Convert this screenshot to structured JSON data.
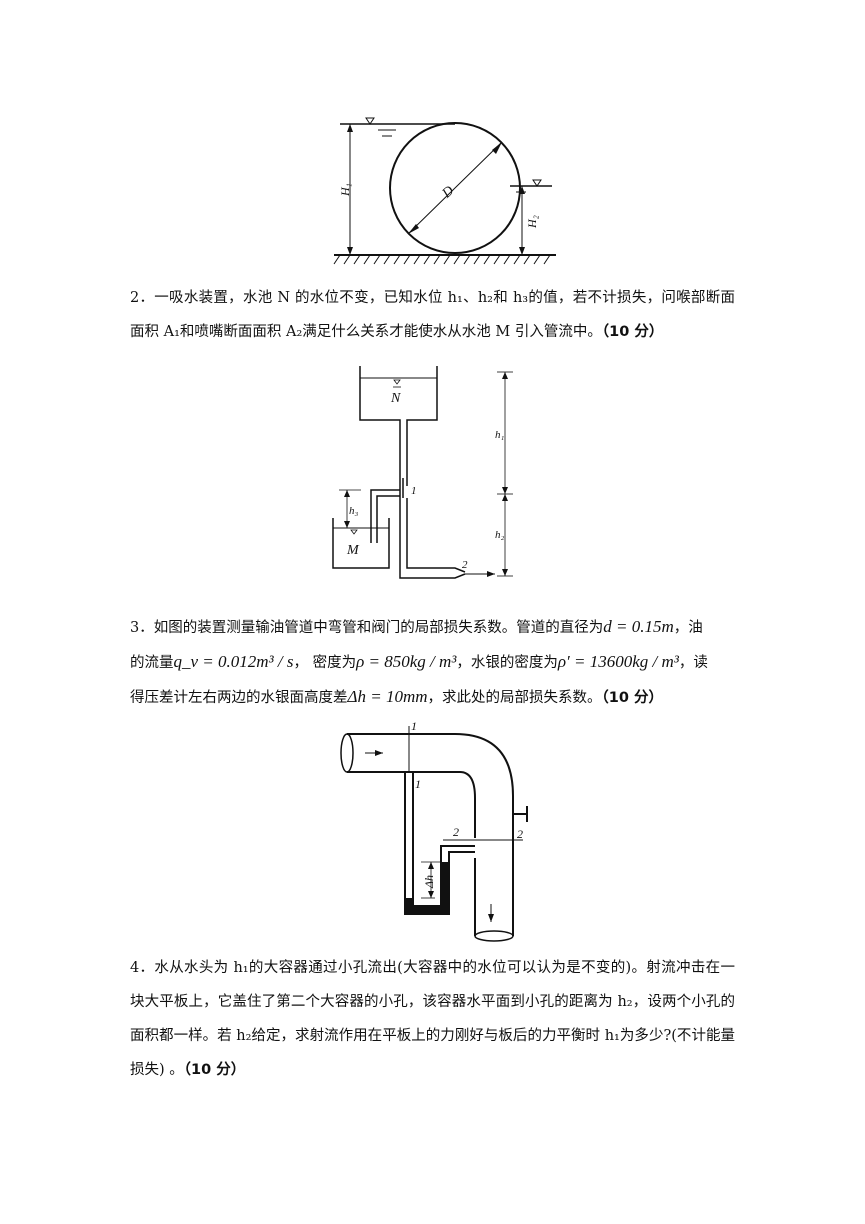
{
  "figure1": {
    "labels": {
      "h1": "H₁",
      "h2": "H₂",
      "d": "D"
    }
  },
  "question2": {
    "text": "2．一吸水装置，水池 N 的水位不变，已知水位 h₁、h₂和 h₃的值，若不计损失，问喉部断面面积 A₁和喷嘴断面面积 A₂满足什么关系才能使水从水池 M 引入管流中。",
    "points": "（10 分）",
    "figure_labels": {
      "n": "N",
      "m": "M",
      "h1": "h₁",
      "h2": "h₂",
      "h3": "h₃",
      "s1": "1",
      "s2": "2"
    }
  },
  "question3": {
    "line1_prefix": "3．如图的装置测量输油管道中弯管和阀门的局部损失系数。管道的直径为",
    "d_value": "d = 0.15m",
    "line1_suffix": "，油",
    "line2_a": "的流量",
    "q_value": "q_v = 0.012m³ / s",
    "line2_b": "， 密度为",
    "rho_value": "ρ = 850kg / m³",
    "line2_c": "，水银的密度为",
    "rho2_value": "ρ′ = 13600kg / m³",
    "line2_d": "，读",
    "line3_a": "得压差计左右两边的水银面高度差",
    "dh_value": "Δh = 10mm",
    "line3_b": "，求此处的局部损失系数。",
    "points": "（10 分）",
    "figure_labels": {
      "s1a": "1",
      "s1b": "1",
      "s2a": "2",
      "s2b": "2",
      "dh": "Δh"
    }
  },
  "question4": {
    "text": "4．水从水头为 h₁的大容器通过小孔流出(大容器中的水位可以认为是不变的)。射流冲击在一块大平板上，它盖住了第二个大容器的小孔，该容器水平面到小孔的距离为 h₂，设两个小孔的面积都一样。若 h₂给定，求射流作用在平板上的力刚好与板后的力平衡时 h₁为多少?(不计能量损失) 。",
    "points": "（10 分）"
  }
}
